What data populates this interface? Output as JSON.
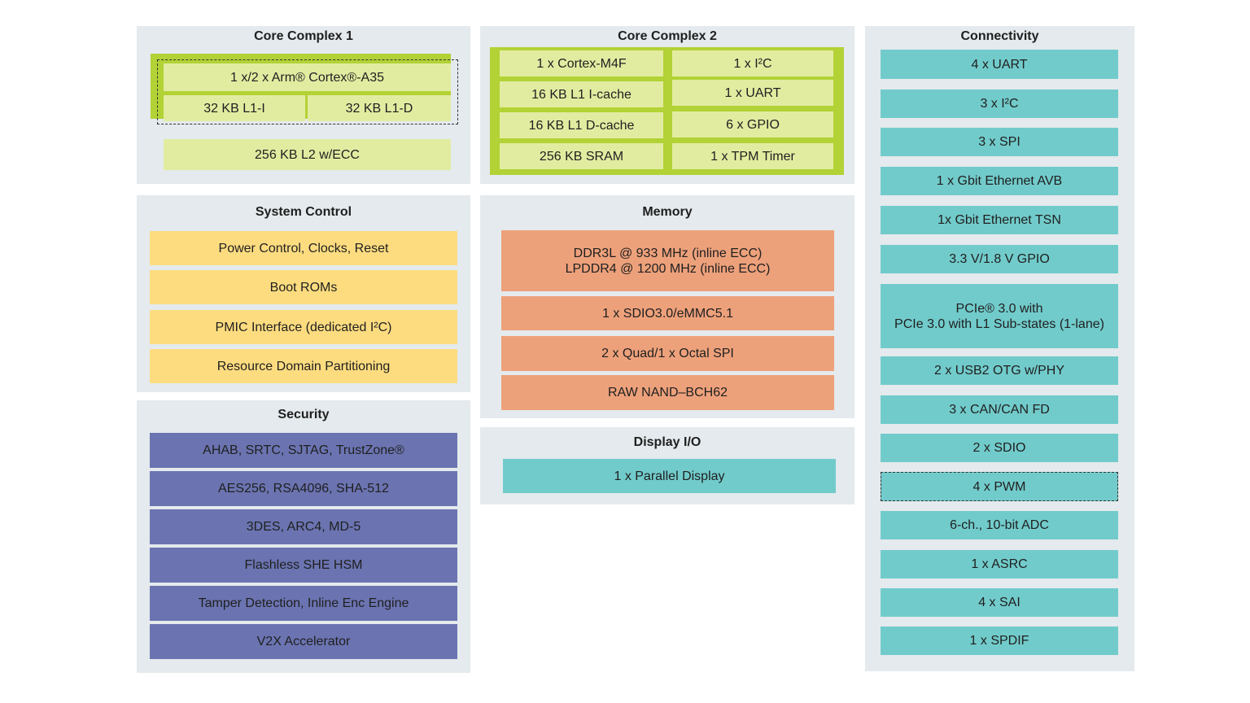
{
  "core_complex_1": {
    "title": "Core Complex 1",
    "cpu": "1 x/2 x Arm® Cortex®-A35",
    "l1i": "32 KB L1-I",
    "l1d": "32 KB L1-D",
    "l2": "256 KB L2 w/ECC"
  },
  "core_complex_2": {
    "title": "Core Complex 2",
    "cells": [
      "1 x  Cortex-M4F",
      "1 x I²C",
      "16 KB L1 I-cache",
      "1 x UART",
      "16 KB L1 D-cache",
      "6 x GPIO",
      "256 KB SRAM",
      "1 x TPM Timer"
    ]
  },
  "system_control": {
    "title": "System Control",
    "items": [
      "Power Control, Clocks, Reset",
      "Boot ROMs",
      "PMIC Interface (dedicated I²C)",
      "Resource Domain Partitioning"
    ]
  },
  "security": {
    "title": "Security",
    "items": [
      "AHAB, SRTC, SJTAG, TrustZone®",
      "AES256, RSA4096, SHA-512",
      "3DES, ARC4, MD-5",
      "Flashless SHE HSM",
      "Tamper Detection, Inline Enc Engine",
      "V2X Accelerator"
    ]
  },
  "memory": {
    "title": "Memory",
    "items": [
      "DDR3L @ 933 MHz (inline ECC)\nLPDDR4 @ 1200 MHz (inline ECC)",
      "1 x SDIO3.0/eMMC5.1",
      "2 x Quad/1 x Octal SPI",
      "RAW NAND–BCH62"
    ]
  },
  "display_io": {
    "title": "Display I/O",
    "items": [
      "1 x Parallel Display"
    ]
  },
  "connectivity": {
    "title": "Connectivity",
    "items": [
      "4 x UART",
      "3 x I²C",
      "3 x SPI",
      "1 x Gbit Ethernet AVB",
      "1x Gbit Ethernet TSN",
      "3.3 V/1.8 V GPIO",
      "PCIe® 3.0 with\nPCIe 3.0 with L1 Sub-states (1-lane)",
      "2 x USB2 OTG w/PHY",
      "3 x CAN/CAN FD",
      "2 x SDIO",
      "4 x PWM",
      "6-ch., 10-bit ADC",
      "1 x ASRC",
      "4 x SAI",
      "1 x SPDIF"
    ],
    "optional_items": [
      "4 x PWM"
    ]
  },
  "colors": {
    "panel_bg": "#e4eaed",
    "core_frame": "#b2d235",
    "core_cell": "#e2eca1",
    "system_control": "#fddc80",
    "memory": "#eda17b",
    "security": "#6b74b1",
    "connectivity": "#72cbcb"
  }
}
